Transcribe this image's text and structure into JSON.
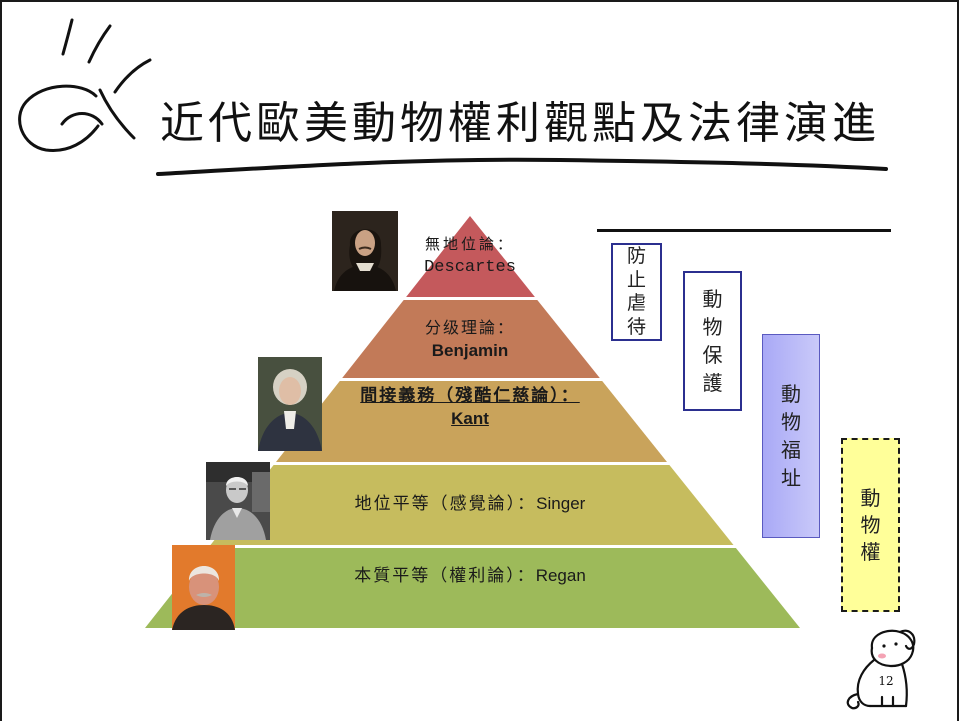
{
  "slide": {
    "title": "近代歐美動物權利觀點及法律演進",
    "page_number": "12"
  },
  "pyramid": {
    "tiers": [
      {
        "label": "無地位論：",
        "name": "Descartes",
        "color": "#c4595c"
      },
      {
        "label": "分级理論：",
        "name": "Benjamin",
        "color": "#c27a58"
      },
      {
        "label": "間接義務（殘酷仁慈論）：",
        "name": "Kant",
        "color": "#c9a35b"
      },
      {
        "label": "地位平等（感覺論）：",
        "name": "Singer",
        "color": "#c6bc5e"
      },
      {
        "label": "本質平等（權利論）：",
        "name": "Regan",
        "color": "#9dba5a"
      }
    ]
  },
  "legal_stages": [
    {
      "text": "防止虐待",
      "border": "#2b2f8f",
      "fill": "#ffffff"
    },
    {
      "text": "動物保護",
      "border": "#2b2f8f",
      "fill": "#ffffff"
    },
    {
      "text": "動物福址",
      "border": "#5a5ac0",
      "fill": "#a9a9f6"
    },
    {
      "text": "動物權",
      "border": "#1a1a1a",
      "fill": "#ffff99"
    }
  ]
}
